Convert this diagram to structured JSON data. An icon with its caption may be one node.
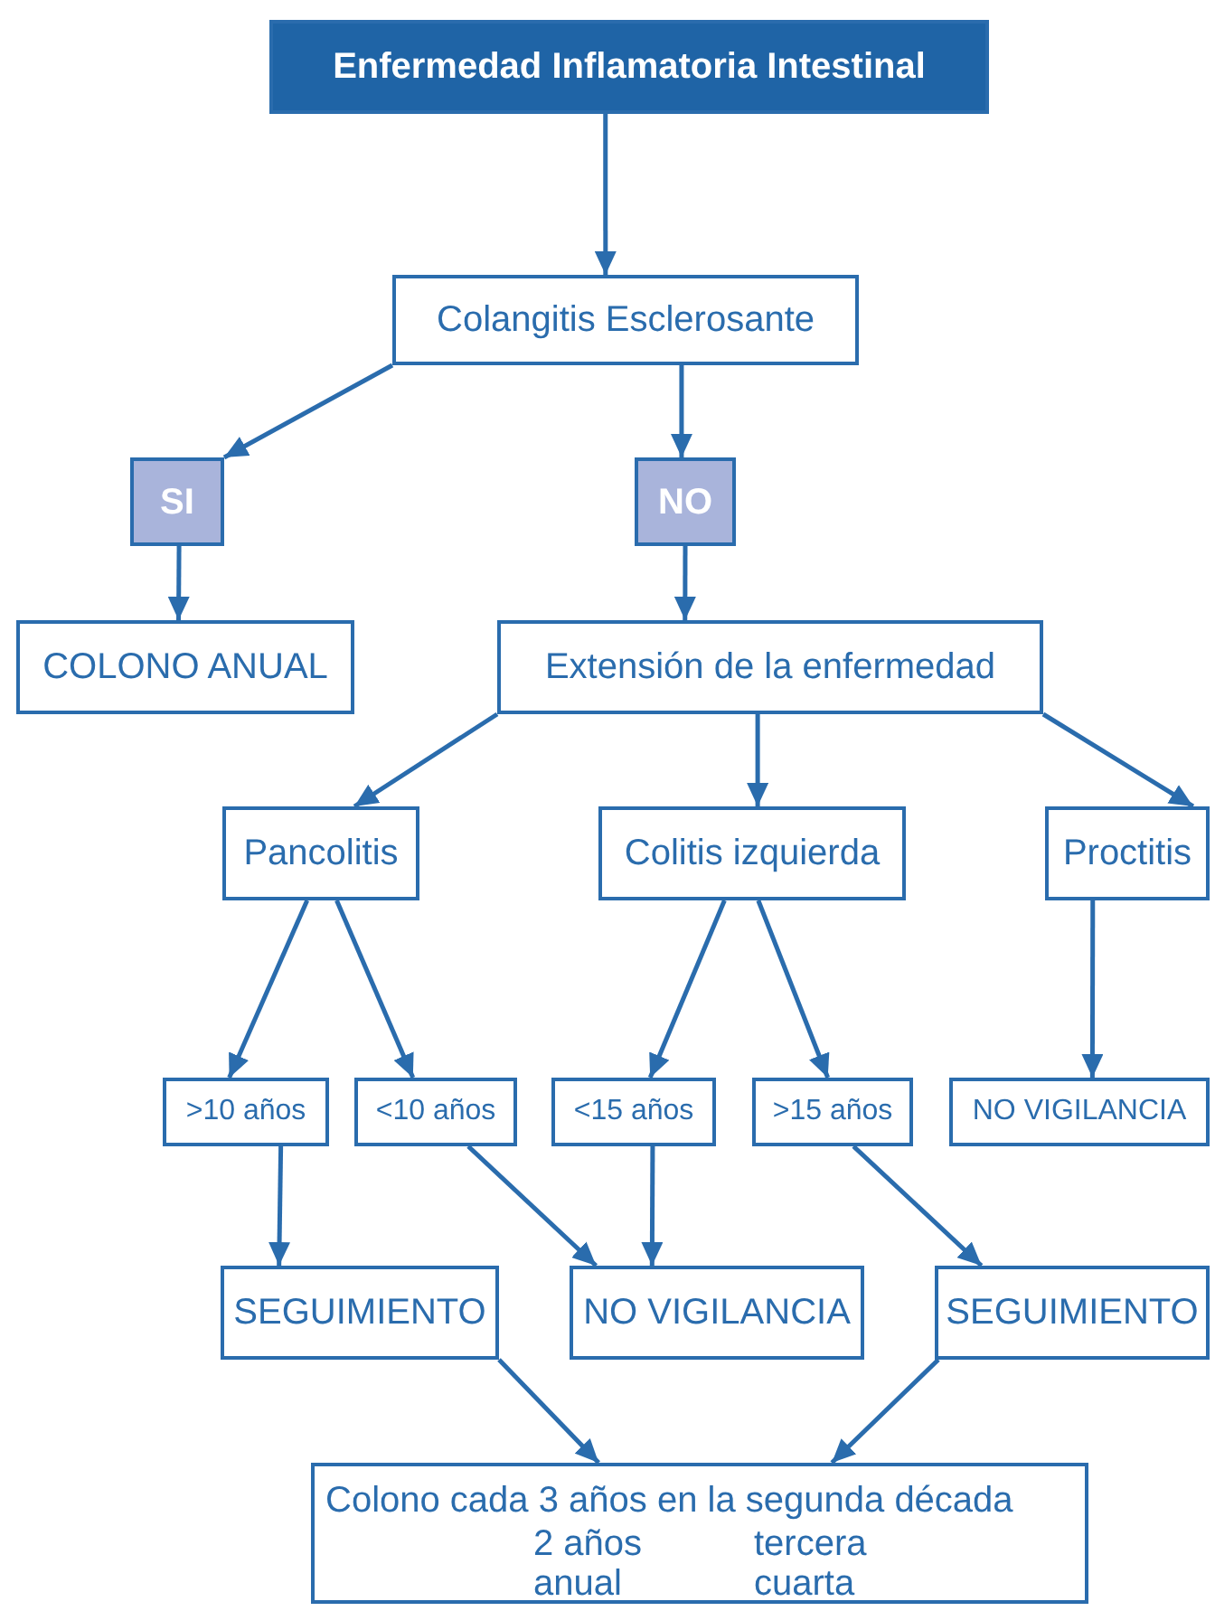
{
  "diagram": {
    "nodes": [
      {
        "text": [
          "Enfermedad Inflamatoria Intestinal"
        ]
      },
      {
        "text": [
          "Colangitis Esclerosante"
        ]
      },
      {
        "text": [
          "SI"
        ]
      },
      {
        "text": [
          "NO"
        ]
      },
      {
        "text": [
          "COLONO ANUAL"
        ]
      },
      {
        "text": [
          "Extensión de la enfermedad"
        ]
      },
      {
        "text": [
          "Pancolitis"
        ]
      },
      {
        "text": [
          "Colitis izquierda"
        ]
      },
      {
        "text": [
          "Proctitis"
        ]
      },
      {
        "text": [
          ">10 años"
        ]
      },
      {
        "text": [
          "<10 años"
        ]
      },
      {
        "text": [
          "<15 años"
        ]
      },
      {
        "text": [
          ">15 años"
        ]
      },
      {
        "text": [
          "NO VIGILANCIA"
        ]
      },
      {
        "text": [
          "SEGUIMIENTO"
        ]
      },
      {
        "text": [
          "NO VIGILANCIA"
        ]
      },
      {
        "text": [
          "SEGUIMIENTO"
        ]
      },
      {
        "text": [
          "Colono cada 3 años en la segunda década",
          "2 años",
          "tercera",
          "anual",
          "cuarta"
        ]
      }
    ],
    "edges": [
      {
        "from": 0,
        "to": 1,
        "arrow": "to"
      },
      {
        "from": 1,
        "to": 2,
        "arrow": "to"
      },
      {
        "from": 1,
        "to": 3,
        "arrow": "to"
      },
      {
        "from": 2,
        "to": 4,
        "arrow": "to"
      },
      {
        "from": 3,
        "to": 5,
        "arrow": "to"
      },
      {
        "from": 5,
        "to": 6,
        "arrow": "to"
      },
      {
        "from": 5,
        "to": 7,
        "arrow": "to"
      },
      {
        "from": 5,
        "to": 8,
        "arrow": "to"
      },
      {
        "from": 6,
        "to": 9,
        "arrow": "to"
      },
      {
        "from": 6,
        "to": 10,
        "arrow": "to"
      },
      {
        "from": 7,
        "to": 11,
        "arrow": "to"
      },
      {
        "from": 7,
        "to": 12,
        "arrow": "to"
      },
      {
        "from": 8,
        "to": 13,
        "arrow": "to"
      },
      {
        "from": 9,
        "to": 14,
        "arrow": "to"
      },
      {
        "from": 10,
        "to": 15,
        "arrow": "to"
      },
      {
        "from": 11,
        "to": 15,
        "arrow": "to"
      },
      {
        "from": 12,
        "to": 16,
        "arrow": "to"
      },
      {
        "from": 14,
        "to": 17,
        "arrow": "to"
      },
      {
        "from": 16,
        "to": 17,
        "arrow": "to"
      }
    ]
  }
}
